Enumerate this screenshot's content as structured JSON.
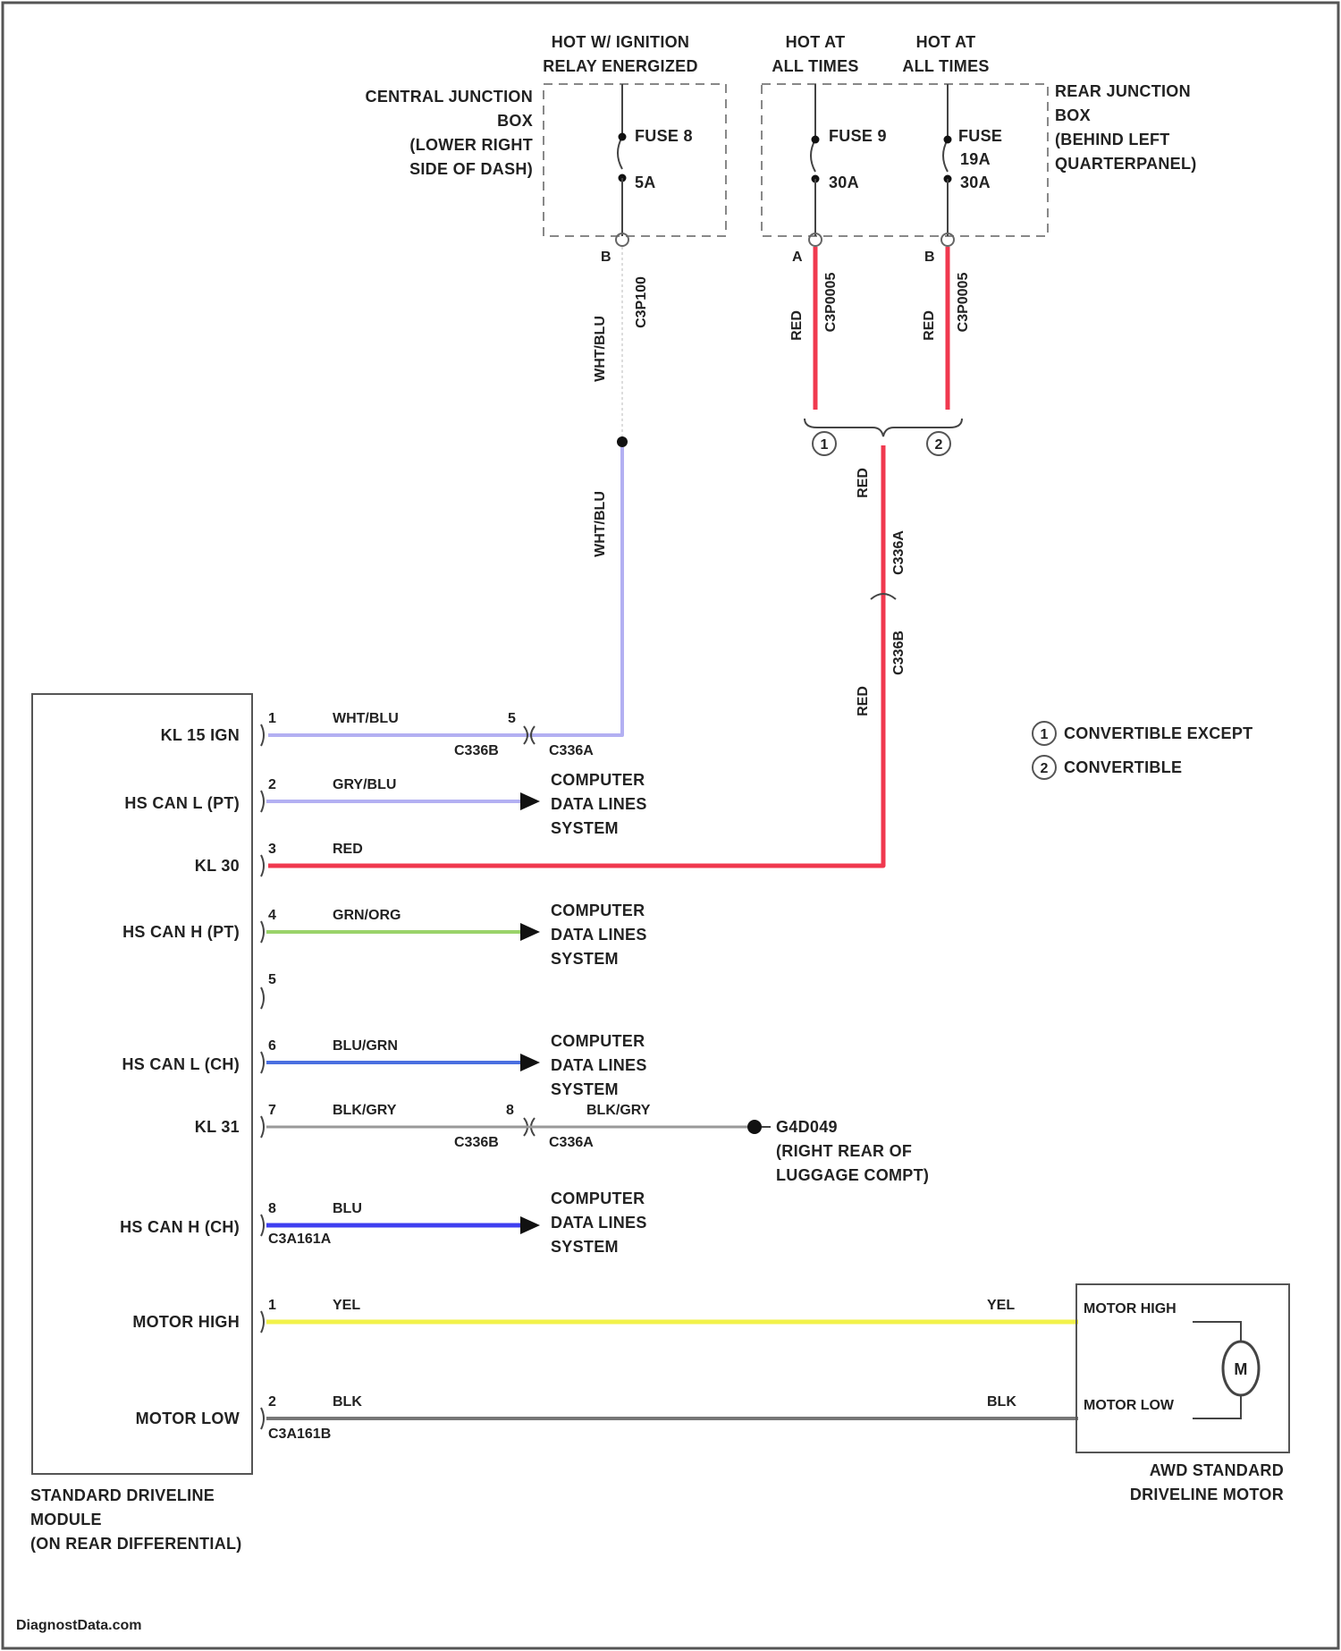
{
  "colors": {
    "wht_blu": "#b3b0f2",
    "gry_blu": "#b3b0f2",
    "red": "#f0394f",
    "grn_org": "#9ad36a",
    "blu_grn": "#4a6fe0",
    "blk_gry": "#999999",
    "blu": "#3f3ff0",
    "yel": "#f2f24a",
    "blk": "#777777",
    "frame": "#555555"
  },
  "top": {
    "hot_ign_line1": "HOT W/ IGNITION",
    "hot_ign_line2": "RELAY ENERGIZED",
    "hot_all1_line1": "HOT AT",
    "hot_all1_line2": "ALL TIMES",
    "hot_all2_line1": "HOT AT",
    "hot_all2_line2": "ALL TIMES"
  },
  "cjb": {
    "line1": "CENTRAL JUNCTION",
    "line2": "BOX",
    "line3": "(LOWER RIGHT",
    "line4": "SIDE OF DASH)",
    "fuse_name": "FUSE 8",
    "fuse_amp": "5A",
    "pin": "B",
    "connector": "C3P100"
  },
  "rjb": {
    "line1": "REAR JUNCTION",
    "line2": "BOX",
    "line3": "(BEHIND LEFT",
    "line4": "QUARTERPANEL)",
    "fuse1_name": "FUSE 9",
    "fuse1_amp": "30A",
    "fuse1_pin": "A",
    "fuse1_conn": "C3P0005",
    "fuse2_name": "FUSE",
    "fuse2_num": "19A",
    "fuse2_amp": "30A",
    "fuse2_pin": "B",
    "fuse2_conn": "C3P0005"
  },
  "wires": {
    "wht_blu": "WHT/BLU",
    "red": "RED",
    "c336a": "C336A",
    "c336b": "C336B",
    "note1_num": "1",
    "note2_num": "2"
  },
  "notes": {
    "n1": "CONVERTIBLE EXCEPT",
    "n2": "CONVERTIBLE"
  },
  "module": {
    "line1": "STANDARD DRIVELINE",
    "line2": "MODULE",
    "line3": "(ON REAR DIFFERENTIAL)",
    "connector1": "C3A161A",
    "connector2": "C3A161B",
    "pins": [
      {
        "name": "KL 15 IGN",
        "num": "1",
        "wire": "WHT/BLU"
      },
      {
        "name": "HS CAN L (PT)",
        "num": "2",
        "wire": "GRY/BLU"
      },
      {
        "name": "KL 30",
        "num": "3",
        "wire": "RED"
      },
      {
        "name": "HS CAN H (PT)",
        "num": "4",
        "wire": "GRN/ORG"
      },
      {
        "name": "",
        "num": "5",
        "wire": ""
      },
      {
        "name": "HS CAN L (CH)",
        "num": "6",
        "wire": "BLU/GRN"
      },
      {
        "name": "KL 31",
        "num": "7",
        "wire": "BLK/GRY"
      },
      {
        "name": "HS CAN H (CH)",
        "num": "8",
        "wire": "BLU"
      },
      {
        "name": "MOTOR HIGH",
        "num": "1",
        "wire": "YEL"
      },
      {
        "name": "MOTOR LOW",
        "num": "2",
        "wire": "BLK"
      }
    ]
  },
  "inline": {
    "pin1": "5",
    "pin7": "8",
    "c336b": "C336B",
    "c336a": "C336A",
    "blk_gry_right": "BLK/GRY"
  },
  "cdl": {
    "line1": "COMPUTER",
    "line2": "DATA LINES",
    "line3": "SYSTEM"
  },
  "ground": {
    "name": "G4D049",
    "line2": "(RIGHT REAR OF",
    "line3": "LUGGAGE COMPT)"
  },
  "motor": {
    "high": "MOTOR HIGH",
    "low": "MOTOR LOW",
    "symbol": "M",
    "wire_high": "YEL",
    "wire_low": "BLK",
    "label1": "AWD STANDARD",
    "label2": "DRIVELINE MOTOR"
  },
  "footer": {
    "watermark": "DiagnostData.com"
  }
}
